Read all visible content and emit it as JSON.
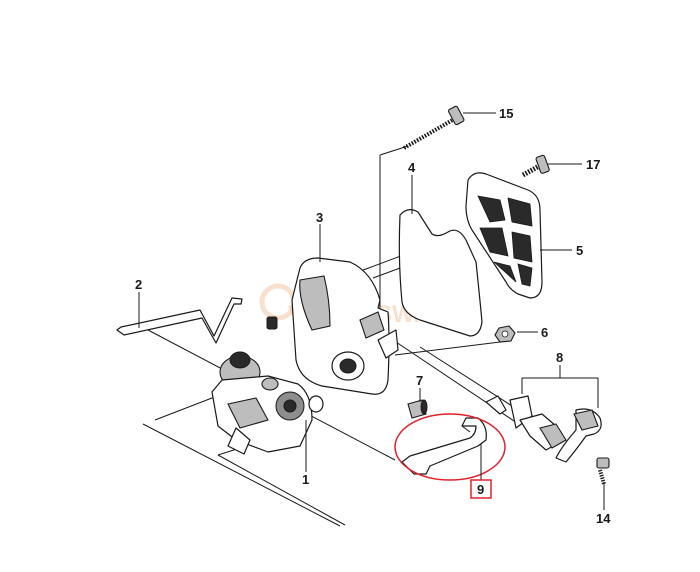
{
  "diagram": {
    "watermark_text": "VIPDALSW.COM",
    "highlight_color": "#e0202a",
    "callouts": [
      "1",
      "2",
      "3",
      "4",
      "5",
      "6",
      "7",
      "8",
      "9",
      "14",
      "15",
      "17"
    ]
  }
}
